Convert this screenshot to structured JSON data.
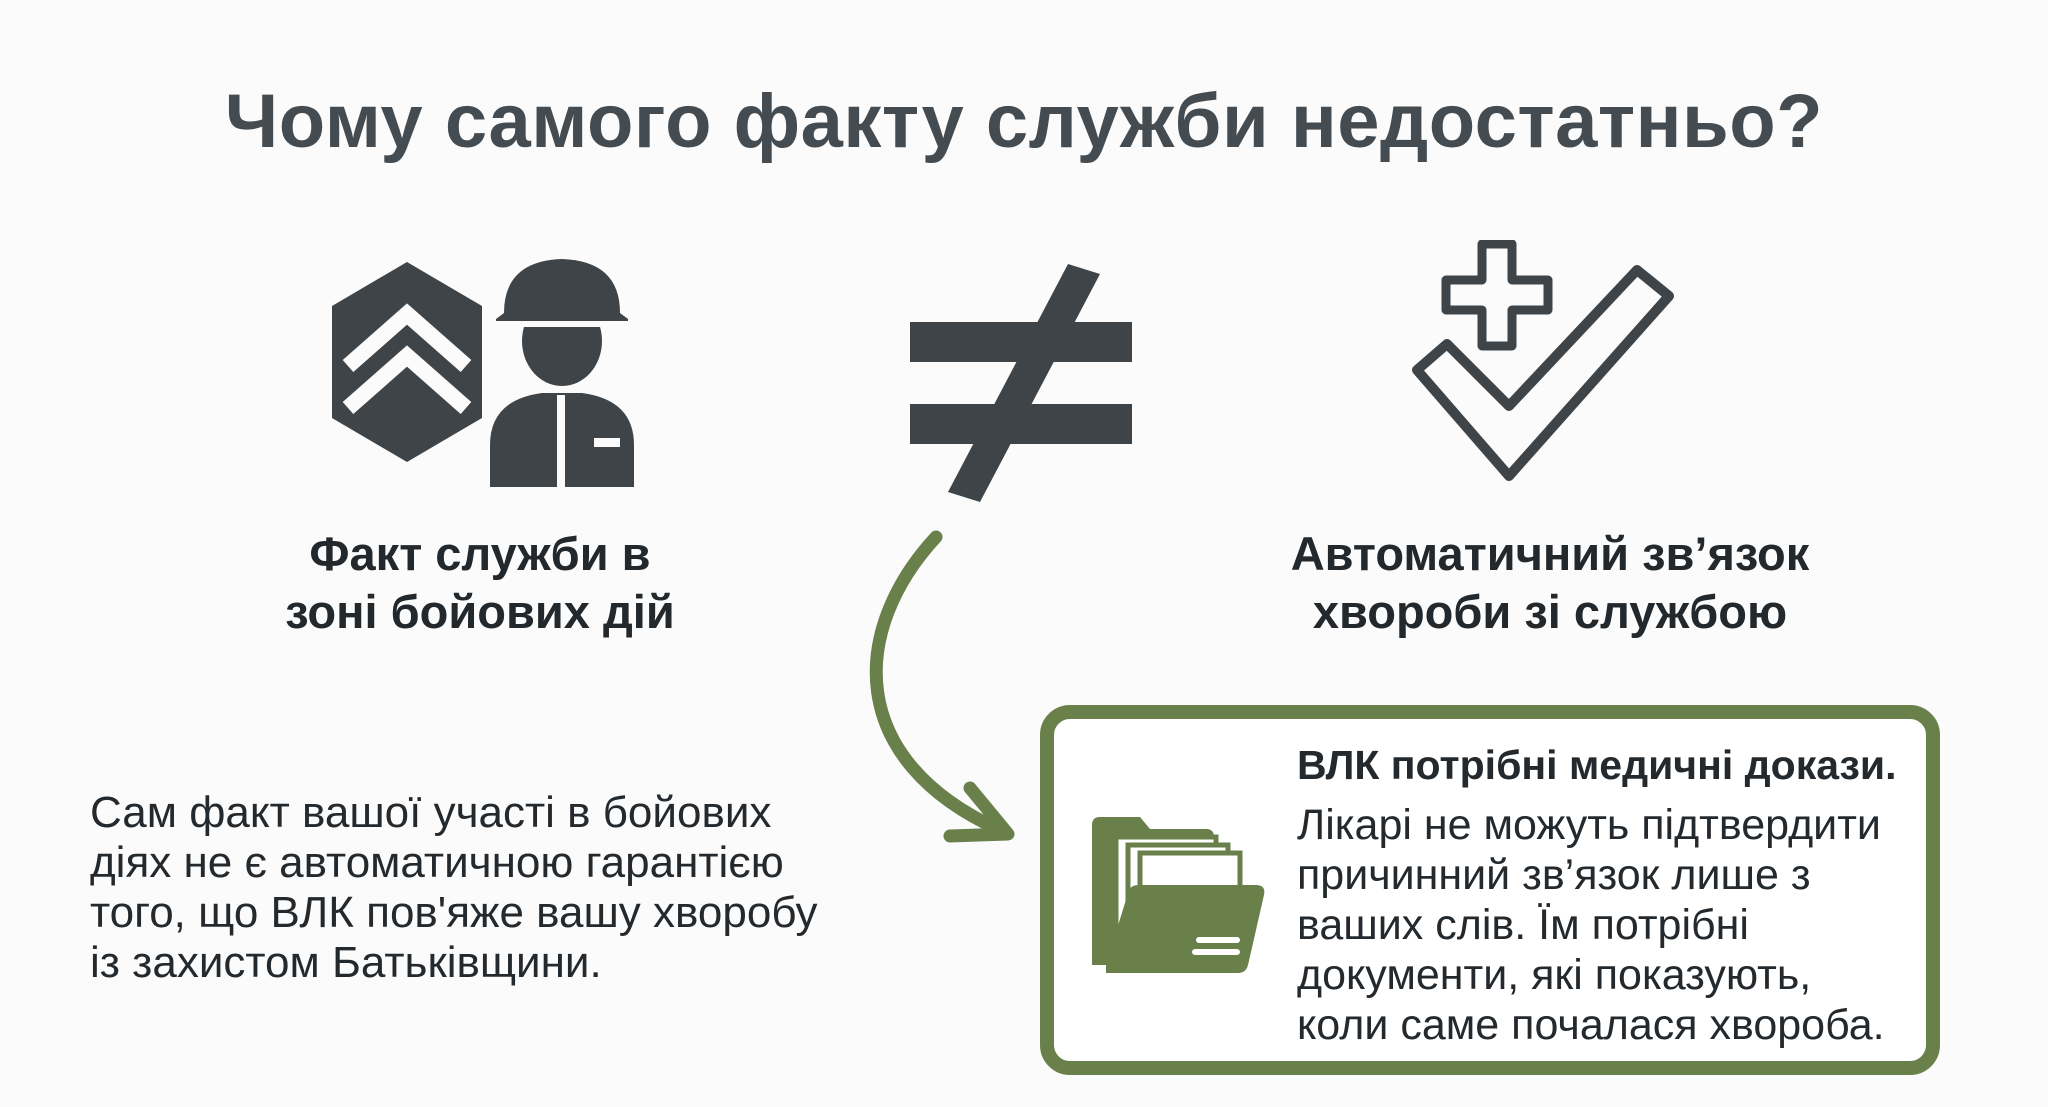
{
  "title": "Чому самого факту служби недостатньо?",
  "left_caption": {
    "lines": [
      "Факт служби в",
      "зоні бойових дій"
    ]
  },
  "right_caption": {
    "lines": [
      "Автоматичний зв’язок",
      "хвороби зі службою"
    ]
  },
  "explanation": {
    "lines": [
      "Сам факт вашої участі в бойових",
      "діях не є автоматичною гарантією",
      "того, що ВЛК пов'яже вашу хворобу",
      "із захистом Батьківщини."
    ]
  },
  "callout": {
    "heading": "ВЛК потрібні медичні докази.",
    "lines": [
      "Лікарі не можуть підтвердити",
      "причинний зв’язок лише з",
      "ваших слів. Їм потрібні",
      "документи, які показують,",
      "коли саме почалася хвороба."
    ]
  },
  "icons": {
    "rank": "chevron-rank-insignia-icon",
    "soldier": "soldier-helmet-icon",
    "not_equal": "not-equal-icon",
    "medical_check": "medical-cross-checkmark-icon",
    "arrow": "curved-arrow-icon",
    "folder": "document-folder-icon"
  },
  "colors": {
    "dark_icon": "#3e4448",
    "accent_green": "#6a804a",
    "text": "#24292d"
  }
}
